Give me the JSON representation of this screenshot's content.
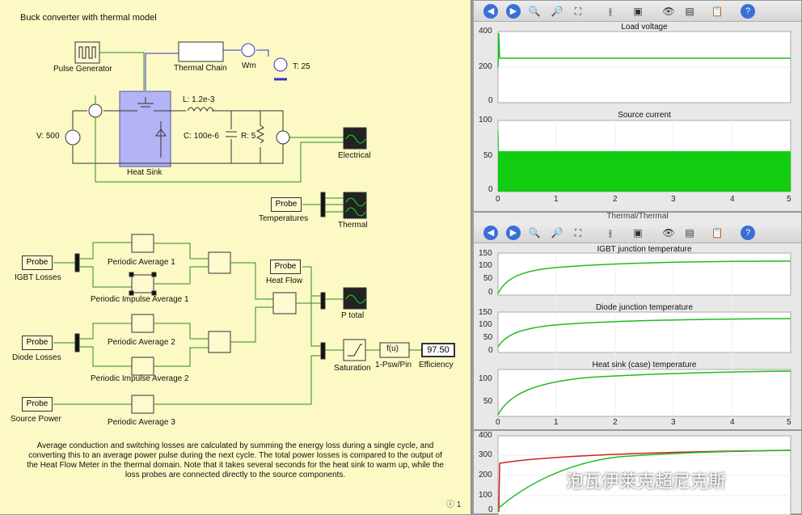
{
  "diagram": {
    "title": "Buck converter with thermal model",
    "components": {
      "pulse_generator": "Pulse Generator",
      "thermal_chain": "Thermal Chain",
      "wm": "Wm",
      "temp_source": "T: 25",
      "inductor": "L: 1.2e-3",
      "capacitor": "C: 100e-6",
      "resistor": "R: 5",
      "voltage_source": "V: 500",
      "heat_sink": "Heat Sink",
      "electrical_scope": "Electrical",
      "temperatures": "Temperatures",
      "thermal_scope": "Thermal",
      "igbt_losses": "IGBT Losses",
      "periodic_average_1": "Periodic Average 1",
      "periodic_impulse_average_1": "Periodic Impulse Average 1",
      "heat_flow": "Heat Flow",
      "p_total": "P total",
      "diode_losses": "Diode Losses",
      "periodic_average_2": "Periodic Average 2",
      "periodic_impulse_average_2": "Periodic Impulse Average 2",
      "saturation": "Saturation",
      "fu": "f(u)",
      "fu_label": "1-Psw/Pin",
      "efficiency_value": "97.50",
      "efficiency": "Efficiency",
      "source_power": "Source Power",
      "periodic_average_3": "Periodic Average 3",
      "probe": "Probe"
    },
    "description": "Average conduction and switching losses are calculated by summing the energy loss during a single cycle, and converting this to an average power pulse during the next cycle. The total power losses is compared to the output of the Heat Flow Meter in the thermal domain. Note that it takes several seconds for the heat sink to warm up, while the loss probes are connected directly to the source components.",
    "page_indicator": "1"
  },
  "electrical_window": {
    "plots": [
      {
        "title": "Load voltage",
        "yticks": [
          "400",
          "200",
          "0"
        ],
        "ylim": [
          0,
          400
        ]
      },
      {
        "title": "Source current",
        "yticks": [
          "100",
          "50",
          "0"
        ],
        "ylim": [
          0,
          100
        ]
      }
    ],
    "xticks": [
      "0",
      "1",
      "2",
      "3",
      "4",
      "5"
    ]
  },
  "thermal_window": {
    "title": "Thermal/Thermal",
    "plots": [
      {
        "title": "IGBT junction temperature",
        "yticks": [
          "150",
          "100",
          "50",
          "0"
        ]
      },
      {
        "title": "Diode junction temperature",
        "yticks": [
          "150",
          "100",
          "50",
          "0"
        ]
      },
      {
        "title": "Heat sink (case) temperature",
        "yticks": [
          "100",
          "50"
        ]
      }
    ],
    "xticks": [
      "0",
      "1",
      "2",
      "3",
      "4",
      "5"
    ]
  },
  "third_window": {
    "yticks": [
      "400",
      "300",
      "200",
      "100",
      "0"
    ]
  },
  "watermark": "泡瓦伊莱克超尼克斯",
  "colors": {
    "diagram_bg": "#fcf9c4",
    "trace": "#22bb22",
    "trace_red": "#cc2222",
    "heat_sink": "#b3b3f5"
  }
}
